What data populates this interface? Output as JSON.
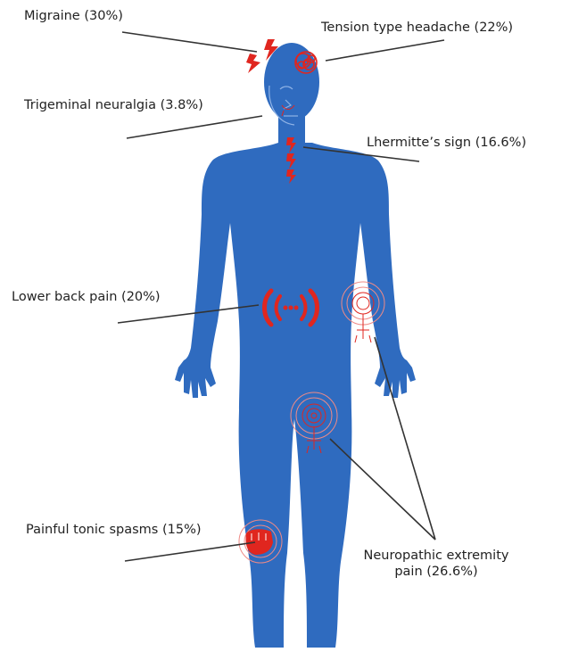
{
  "colors": {
    "body": "#2f6bbf",
    "pain": "#e0261f",
    "pain_light": "#ef8a86",
    "line": "#333333",
    "text": "#222222"
  },
  "labels": {
    "migraine": "Migraine (30%)",
    "tension": "Tension type headache (22%)",
    "trigeminal": "Trigeminal neuralgia (3.8%)",
    "lhermitte": "Lhermitte’s sign (16.6%)",
    "lower_back": "Lower back pain (20%)",
    "spasms": "Painful tonic spasms (15%)",
    "neuropathic_line1": "Neuropathic extremity",
    "neuropathic_line2": "pain (26.6%)"
  },
  "icons": [
    "lightning-icon",
    "tangle-icon",
    "spark-icon",
    "pain-waves-icon",
    "nerve-icon",
    "fist-icon"
  ]
}
